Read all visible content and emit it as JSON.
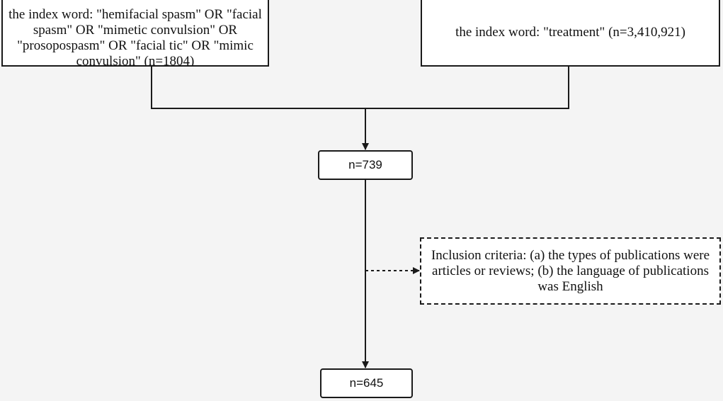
{
  "diagram": {
    "nodes": {
      "query_a": "the index word: \"hemifacial spasm\" OR \"facial spasm\" OR \"mimetic convulsion\" OR \"prosopospasm\" OR \"facial tic\" OR \"mimic convulsion\" (n=1804)",
      "query_b": "the index word: \"treatment\" (n=3,410,921)",
      "result_1": "n=739",
      "inclusion_criteria": "Inclusion criteria: (a) the types of publications were articles or reviews; (b) the language of publications was English",
      "result_2": "n=645"
    },
    "edges": [
      {
        "from": "query_a",
        "to": "result_1",
        "style": "solid"
      },
      {
        "from": "query_b",
        "to": "result_1",
        "style": "solid"
      },
      {
        "from": "result_1",
        "to": "result_2",
        "style": "solid"
      },
      {
        "from": "result_1",
        "to": "inclusion_criteria",
        "style": "dotted"
      }
    ],
    "colors": {
      "background": "#f4f4f4",
      "box_fill": "#ffffff",
      "stroke": "#1a1a1a"
    }
  }
}
